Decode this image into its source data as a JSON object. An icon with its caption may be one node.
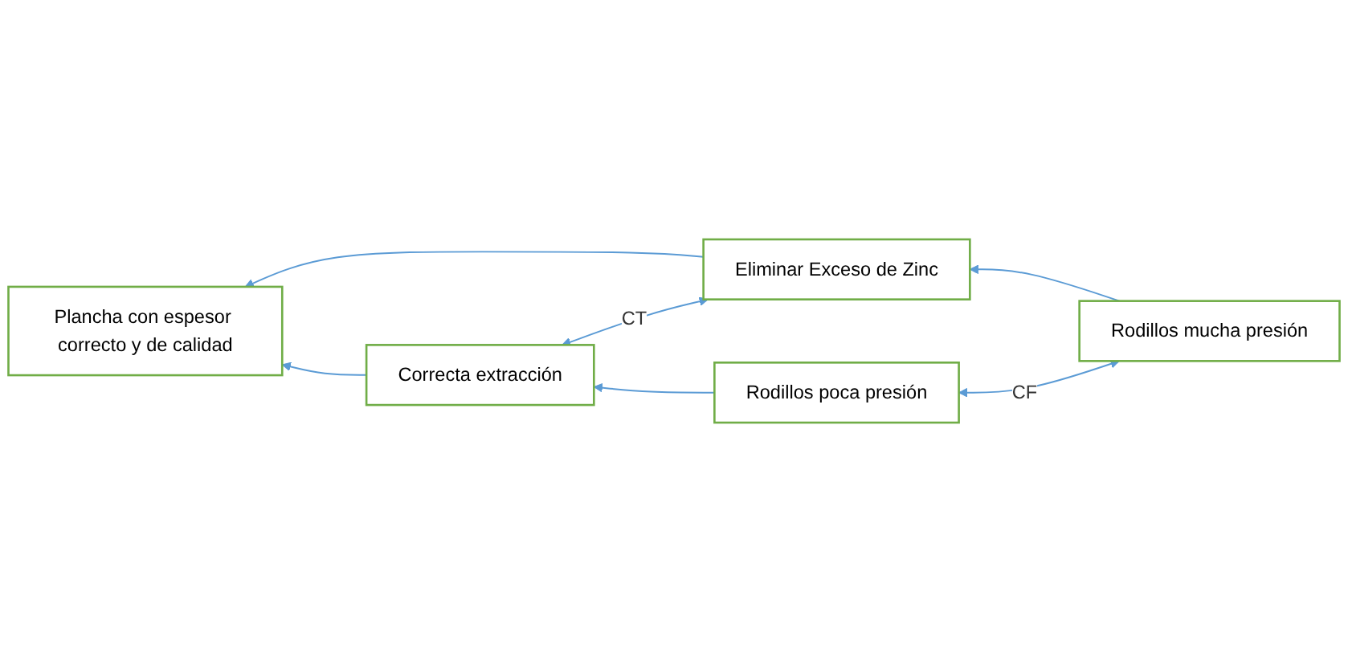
{
  "diagram": {
    "nodes": [
      {
        "text": [
          "Eliminar Exceso de Zinc"
        ]
      },
      {
        "text": [
          "Rodillos mucha presión"
        ]
      },
      {
        "text": [
          "Plancha con espesor correcto y de calidad"
        ]
      },
      {
        "text": [
          "Correcta extracción"
        ]
      },
      {
        "text": [
          "Rodillos poca presión"
        ]
      }
    ],
    "edges": [
      {
        "from": 1,
        "to": 0,
        "arrow": "to"
      },
      {
        "from": 0,
        "to": 2,
        "arrow": "to"
      },
      {
        "from": 0,
        "to": 3,
        "arrow": "both",
        "label": "CT"
      },
      {
        "from": 1,
        "to": 4,
        "arrow": "both",
        "label": "CF"
      },
      {
        "from": 4,
        "to": 3,
        "arrow": "to"
      },
      {
        "from": 3,
        "to": 2,
        "arrow": "to"
      }
    ]
  }
}
